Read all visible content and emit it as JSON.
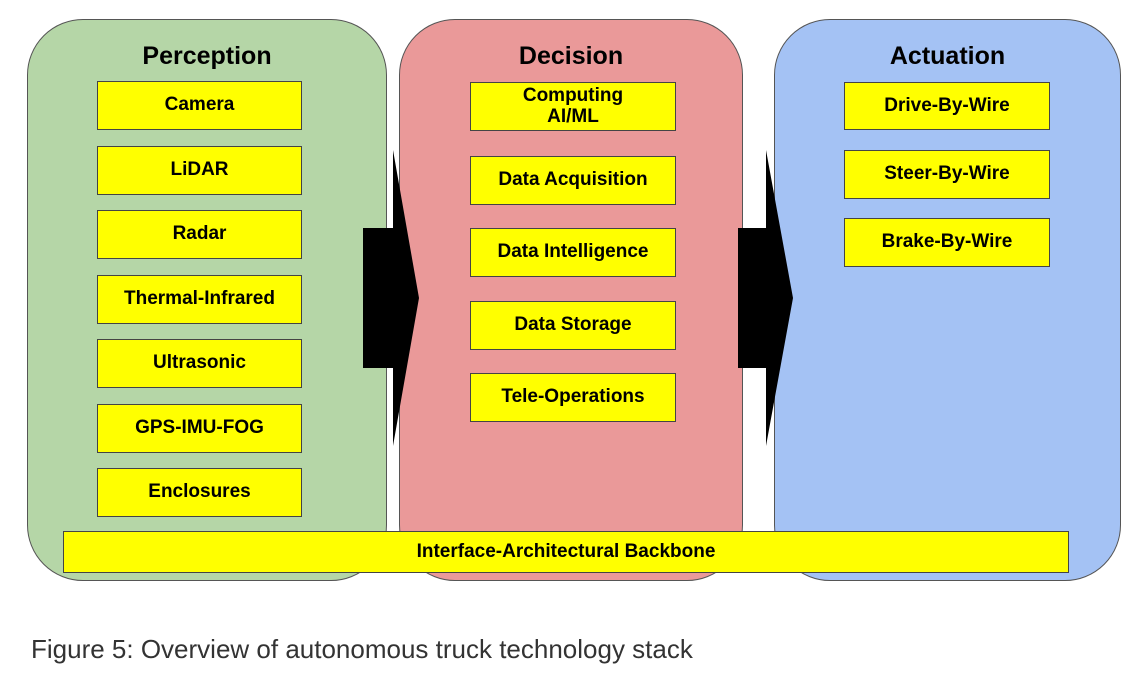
{
  "panels": {
    "perception": {
      "title": "Perception",
      "color": "#b5d6a7",
      "items": [
        "Camera",
        "LiDAR",
        "Radar",
        "Thermal-Infrared",
        "Ultrasonic",
        "GPS-IMU-FOG",
        "Enclosures"
      ]
    },
    "decision": {
      "title": "Decision",
      "color": "#ea9999",
      "items": [
        "Computing\nAI/ML",
        "Data Acquisition",
        "Data Intelligence",
        "Data Storage",
        "Tele-Operations"
      ]
    },
    "actuation": {
      "title": "Actuation",
      "color": "#a4c2f4",
      "items": [
        "Drive-By-Wire",
        "Steer-By-Wire",
        "Brake-By-Wire"
      ]
    }
  },
  "backbone": {
    "label": "Interface-Architectural Backbone"
  },
  "box_color": "#ffff00",
  "caption": "Figure 5: Overview of autonomous truck technology stack"
}
